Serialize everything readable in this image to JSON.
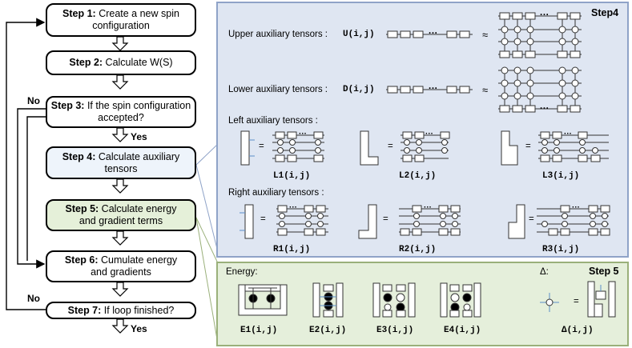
{
  "flowchart": {
    "steps": [
      {
        "bold": "Step 1:",
        "text": " Create a new spin",
        "line2": "configuration"
      },
      {
        "bold": "Step 2:",
        "text": " Calculate W(S)"
      },
      {
        "bold": "Step 3:",
        "text": " If the spin configuration",
        "line2": "accepted?"
      },
      {
        "bold": "Step 4:",
        "text": " Calculate auxiliary",
        "line2": "tensors"
      },
      {
        "bold": "Step 5:",
        "text": "  Calculate energy",
        "line2": "and gradient terms"
      },
      {
        "bold": "Step 6:",
        "text": " Cumulate energy",
        "line2": "and gradients"
      },
      {
        "bold": "Step 7:",
        "text": " If loop finished?"
      }
    ],
    "yes_label": "Yes",
    "no_label": "No"
  },
  "step4_panel": {
    "title": "Step4",
    "upper_label": "Upper auxiliary tensors :",
    "upper_expr": "U(i,j)",
    "lower_label": "Lower auxiliary tensors :",
    "lower_expr": "D(i,j)",
    "approx": "≈",
    "dots": "···",
    "equals": "=",
    "left_label": "Left auxiliary tensors :",
    "left_names": [
      "L1(i,j)",
      "L2(i,j)",
      "L3(i,j)"
    ],
    "right_label": "Right auxiliary tensors :",
    "right_names": [
      "R1(i,j)",
      "R2(i,j)",
      "R3(i,j)"
    ]
  },
  "step5_panel": {
    "title": "Step 5",
    "energy_label": "Energy:",
    "delta_label": "Δ:",
    "energy_names": [
      "E1(i,j)",
      "E2(i,j)",
      "E3(i,j)",
      "E4(i,j)"
    ],
    "delta_name": "Δ(i,j)",
    "equals": "="
  }
}
